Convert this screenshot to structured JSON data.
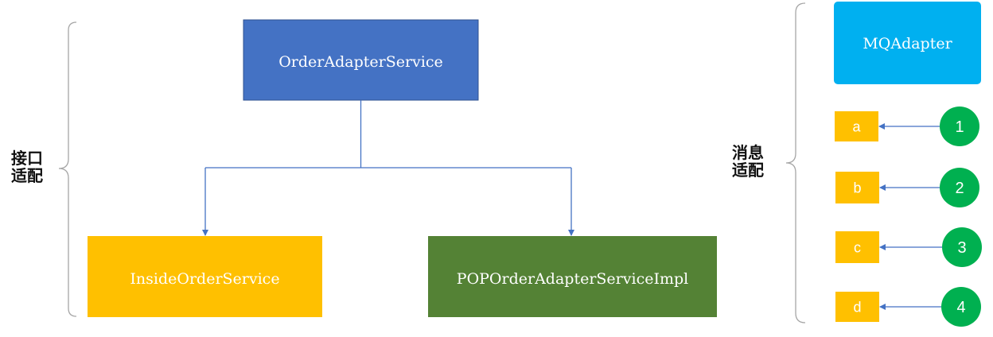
{
  "left_section": {
    "label_line1": "接口",
    "label_line2": "适配",
    "root": {
      "label": "OrderAdapterService",
      "color": "#4472C4"
    },
    "children": [
      {
        "label": "InsideOrderService",
        "color": "#FFC000"
      },
      {
        "label": "POPOrderAdapterServiceImpl",
        "color": "#548235"
      }
    ]
  },
  "right_section": {
    "label_line1": "消息",
    "label_line2": "适配",
    "header": {
      "label": "MQAdapter",
      "color": "#00B0F0"
    },
    "rows": [
      {
        "letter": "a",
        "number": "1"
      },
      {
        "letter": "b",
        "number": "2"
      },
      {
        "letter": "c",
        "number": "3"
      },
      {
        "letter": "d",
        "number": "4"
      }
    ],
    "letter_box_color": "#FFC000",
    "circle_color": "#00B050"
  },
  "connector_color": "#4472C4",
  "bracket_color": "#A6A6A6"
}
